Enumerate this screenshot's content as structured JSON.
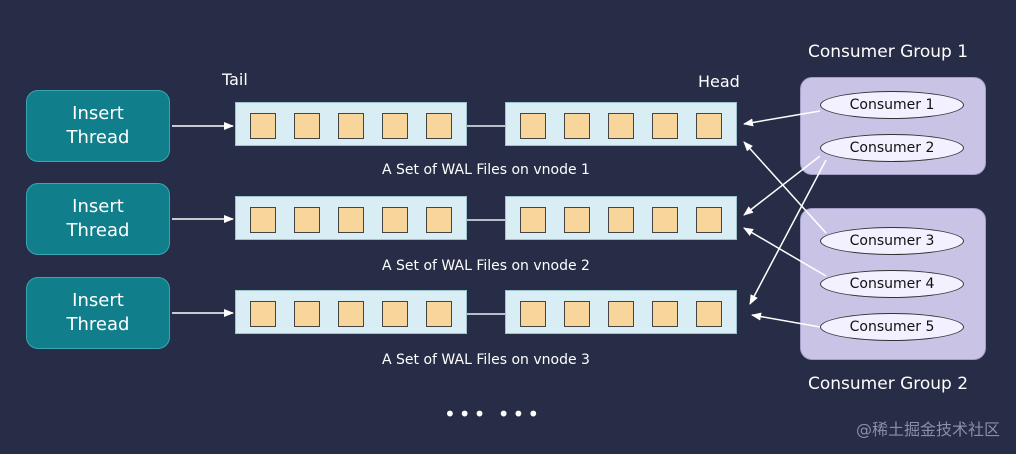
{
  "labels": {
    "tail": "Tail",
    "head": "Head"
  },
  "threads": [
    {
      "label": "Insert\nThread"
    },
    {
      "label": "Insert\nThread"
    },
    {
      "label": "Insert\nThread"
    }
  ],
  "wal_captions": [
    "A Set of WAL Files on vnode 1",
    "A Set of WAL Files on vnode 2",
    "A Set of WAL Files on vnode 3"
  ],
  "groups": [
    {
      "title": "Consumer Group 1",
      "consumers": [
        "Consumer 1",
        "Consumer 2"
      ]
    },
    {
      "title": "Consumer Group 2",
      "consumers": [
        "Consumer 3",
        "Consumer 4",
        "Consumer 5"
      ]
    }
  ],
  "ellipsis": "•••  •••",
  "watermark": "@稀土掘金技术社区",
  "colors": {
    "background": "#272c47",
    "thread": "#117f8b",
    "queue": "#d9eef4",
    "slot": "#f7d59b",
    "group": "#c9c3e6"
  }
}
